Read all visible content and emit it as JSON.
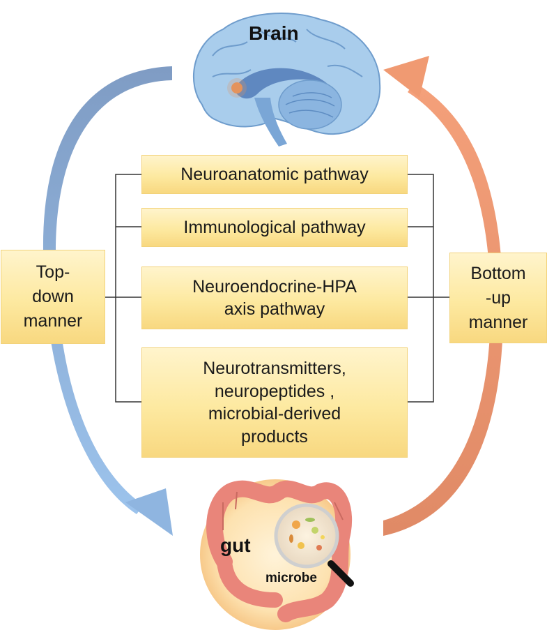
{
  "brain_label": "Brain",
  "gut_label": "gut",
  "microbe_label": "microbe",
  "left_label": "Top-\ndown\nmanner",
  "right_label": "Bottom\n-up\nmanner",
  "pathways": [
    "Neuroanatomic pathway",
    "Immunological pathway",
    "Neuroendocrine-HPA\naxis pathway",
    "Neurotransmitters,\nneuropeptides ,\nmicrobial-derived\nproducts"
  ],
  "colors": {
    "top_down_arrow": "#7ea2cf",
    "bottom_up_arrow": "#ee9a72",
    "box_fill": "#fde9a0",
    "brain": "#a9cdec",
    "gut": "#e9857a"
  },
  "icons": [
    "brain-illustration",
    "gut-illustration",
    "magnifier-icon"
  ]
}
